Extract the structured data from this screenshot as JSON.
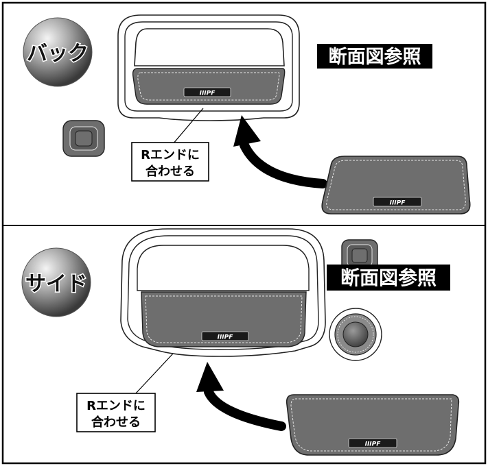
{
  "colors": {
    "badge_bg": "#000000",
    "badge_text": "#ffffff",
    "pad_fill": "#6e6e6e",
    "arrow": "#000000"
  },
  "sections": [
    {
      "badge": "バック",
      "reference_label": "断面図参照",
      "callout_line1": "Rエンドに",
      "callout_line2": "合わせる",
      "logo_text": "IIIPF"
    },
    {
      "badge": "サイド",
      "reference_label": "断面図参照",
      "callout_line1": "Rエンドに",
      "callout_line2": "合わせる",
      "logo_text": "IIIPF"
    }
  ]
}
